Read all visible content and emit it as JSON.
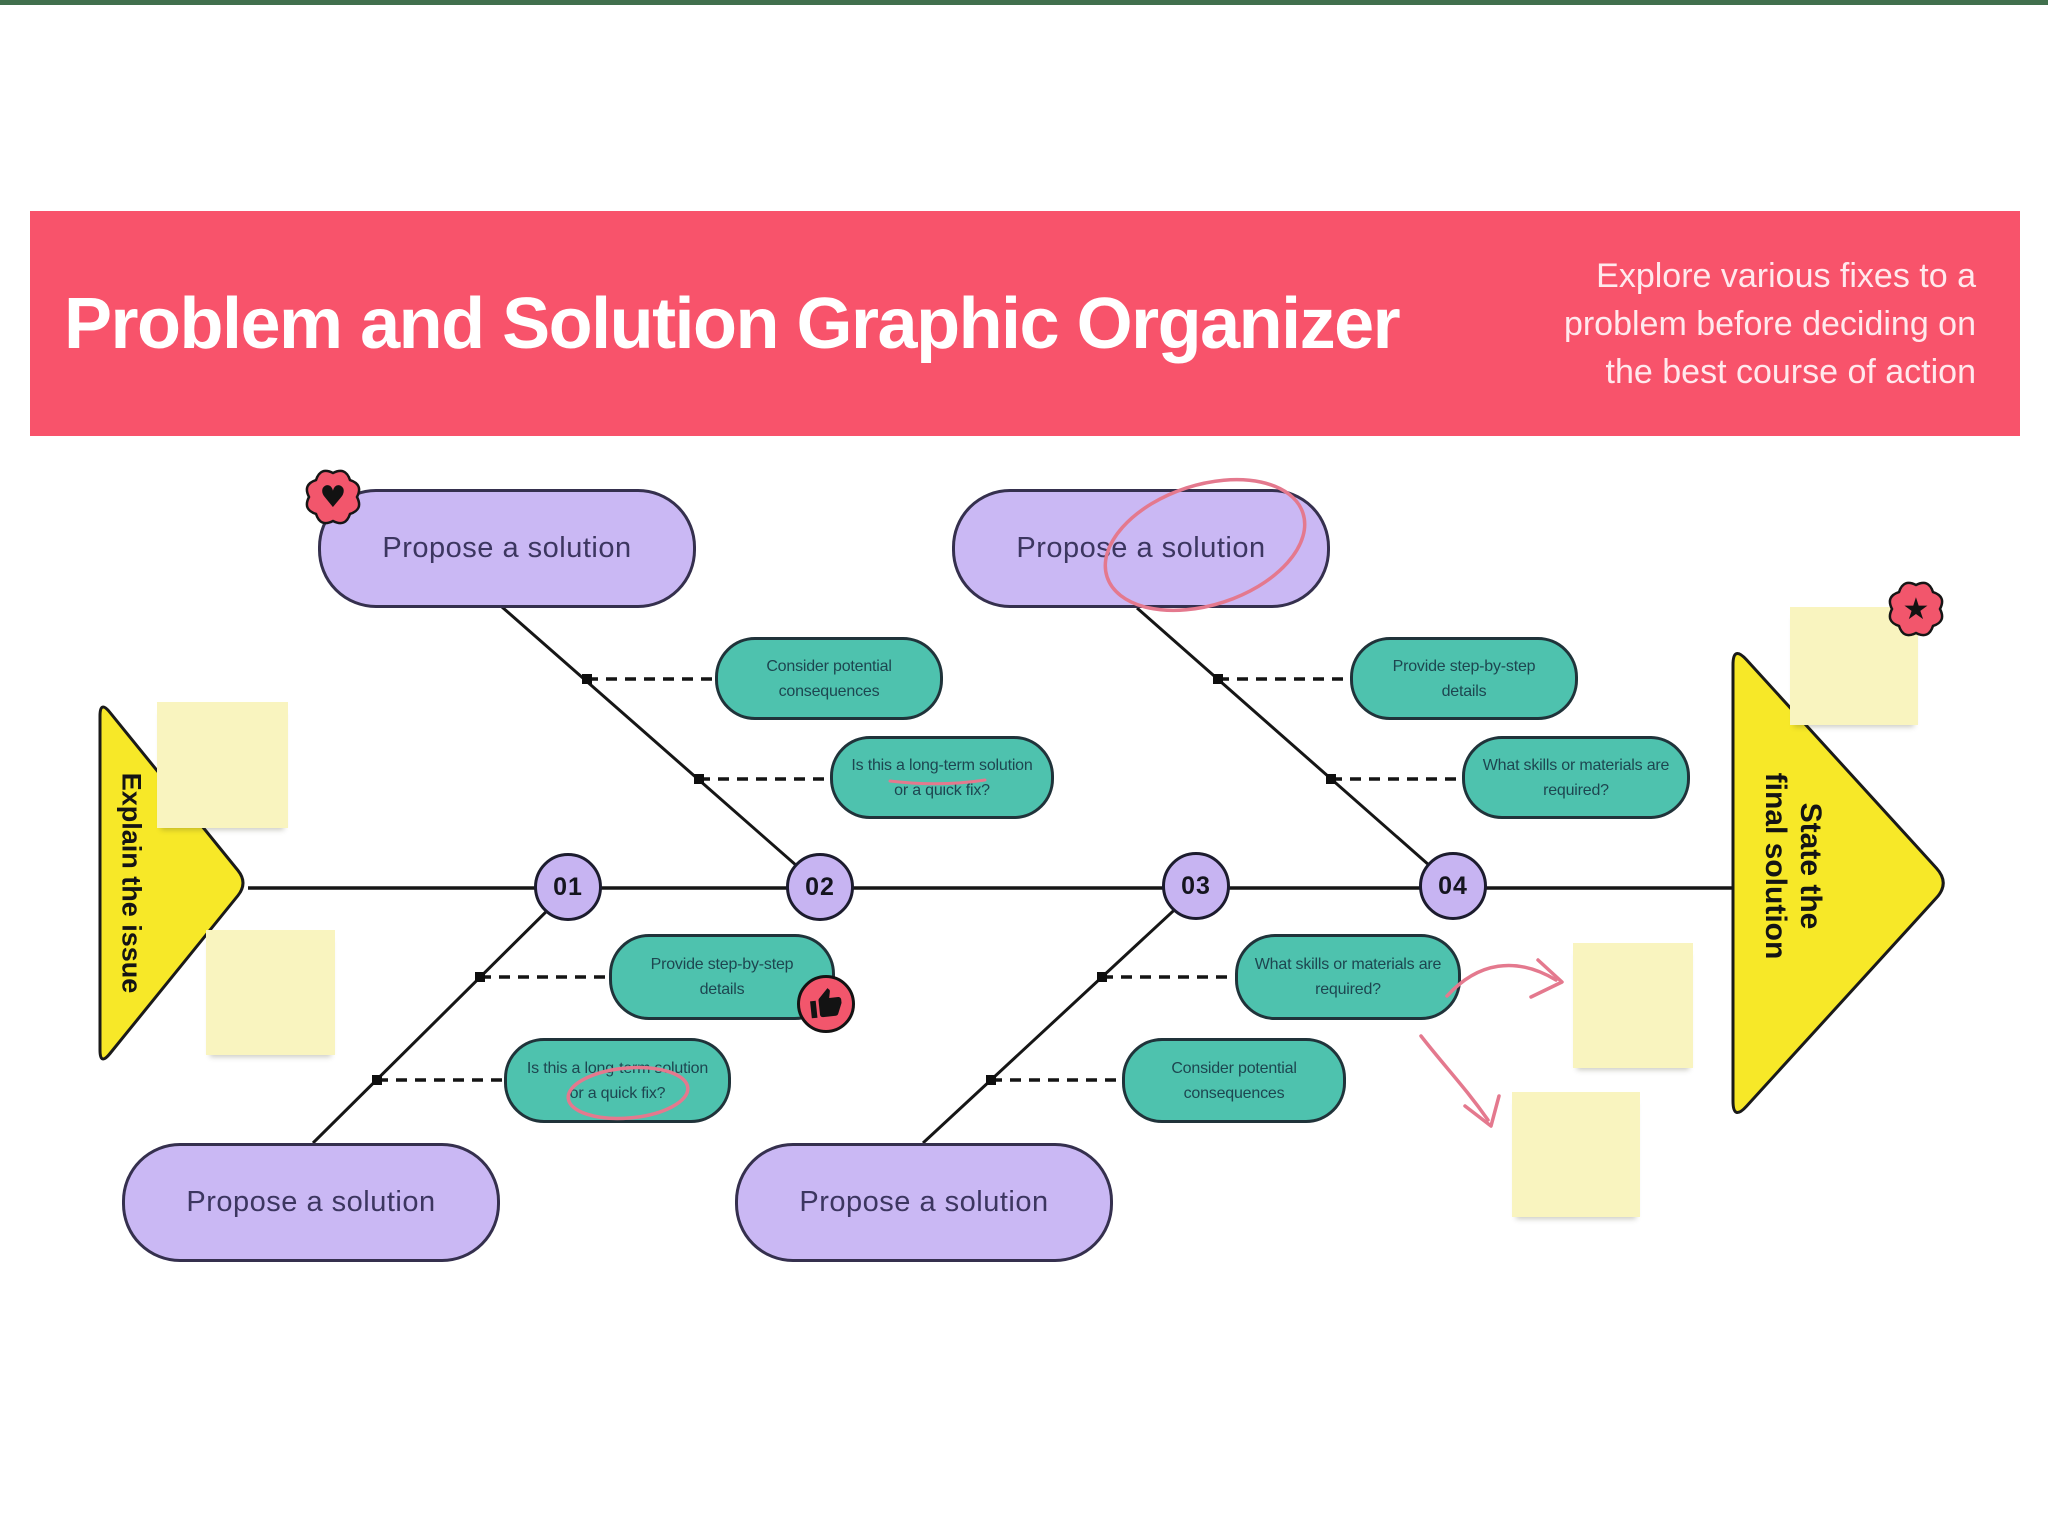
{
  "top_bar_color": "#41704d",
  "banner": {
    "bg_color": "#f8536b",
    "title": "Problem and Solution Graphic Organizer",
    "subtitle": "Explore various fixes to a\nproblem before deciding on\nthe best course of action"
  },
  "left_arrow": {
    "label": "Explain the issue",
    "color": "#f7e828"
  },
  "right_arrow": {
    "label": "State the\nfinal solution",
    "color": "#f7e828"
  },
  "steps": [
    "01",
    "02",
    "03",
    "04"
  ],
  "solutions": [
    {
      "label": "Propose a solution",
      "position": "top-left"
    },
    {
      "label": "Propose a solution",
      "position": "top-right"
    },
    {
      "label": "Propose a solution",
      "position": "bottom-left"
    },
    {
      "label": "Propose a solution",
      "position": "bottom-middle"
    }
  ],
  "questions": [
    {
      "text": "Consider potential\nconsequences"
    },
    {
      "text": "Is this a long-term solution\nor a quick fix?"
    },
    {
      "text": "Provide step-by-step\ndetails"
    },
    {
      "text": "What skills or materials are\nrequired?"
    },
    {
      "text": "Provide step-by-step\ndetails"
    },
    {
      "text": "Is this a long-term solution\nor a quick fix?"
    },
    {
      "text": "What skills or materials are\nrequired?"
    },
    {
      "text": "Consider potential\nconsequences"
    }
  ],
  "icons": {
    "heart": "♥",
    "star": "★",
    "thumbs_up": "thumbs-up"
  },
  "colors": {
    "solution_fill": "#cab8f4",
    "question_fill": "#4ec2ae",
    "sticky_fill": "#f9f4bf",
    "badge_pink": "#f2566c",
    "annotation_pink": "#e4798e",
    "arrow_yellow": "#f7e828"
  }
}
